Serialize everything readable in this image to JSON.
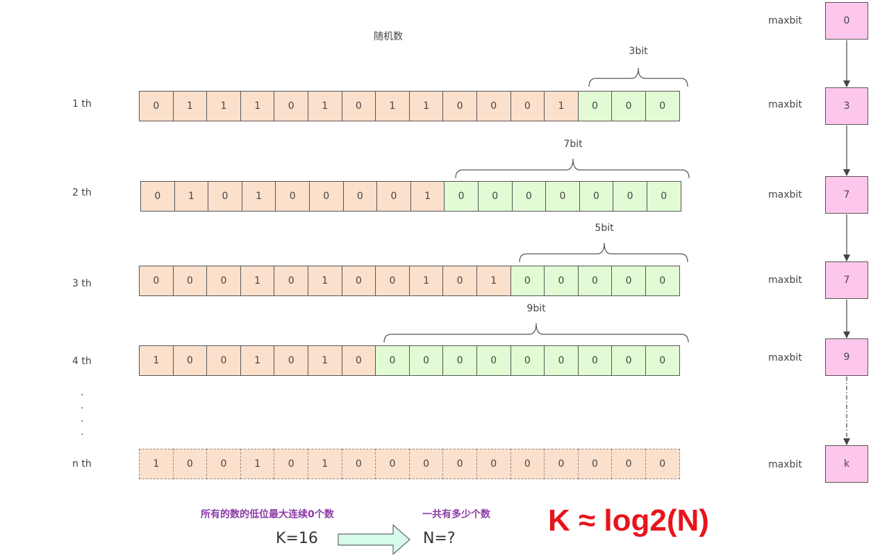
{
  "title": "随机数",
  "rows": [
    {
      "label": "1 th",
      "bits": [
        0,
        1,
        1,
        1,
        0,
        1,
        0,
        1,
        1,
        0,
        0,
        0,
        1,
        0,
        0,
        0
      ],
      "trailing": 3,
      "bit_label": "3bit",
      "dashed": false
    },
    {
      "label": "2 th",
      "bits": [
        0,
        1,
        0,
        1,
        0,
        0,
        0,
        0,
        1,
        0,
        0,
        0,
        0,
        0,
        0,
        0
      ],
      "trailing": 7,
      "bit_label": "7bit",
      "dashed": false
    },
    {
      "label": "3 th",
      "bits": [
        0,
        0,
        0,
        1,
        0,
        1,
        0,
        0,
        1,
        0,
        1,
        0,
        0,
        0,
        0,
        0
      ],
      "trailing": 5,
      "bit_label": "5bit",
      "dashed": false
    },
    {
      "label": "4 th",
      "bits": [
        1,
        0,
        0,
        1,
        0,
        1,
        0,
        0,
        0,
        0,
        0,
        0,
        0,
        0,
        0,
        0
      ],
      "trailing": 9,
      "bit_label": "9bit",
      "dashed": false
    },
    {
      "label": "n th",
      "bits": [
        1,
        0,
        0,
        1,
        0,
        1,
        0,
        0,
        0,
        0,
        0,
        0,
        0,
        0,
        0,
        0
      ],
      "trailing": 0,
      "bit_label": "",
      "dashed": true
    }
  ],
  "ellipsis": ".",
  "maxbit_label": "maxbit",
  "maxbit_values": [
    "0",
    "3",
    "7",
    "7",
    "9",
    "k"
  ],
  "bottom": {
    "left_caption": "所有的数的低位最大连续0个数",
    "left_expr": "K=16",
    "right_caption": "一共有多少个数",
    "right_expr": "N=?",
    "formula": "K ≈ log2(N)"
  },
  "colors": {
    "leading_bits": "#fbe0cc",
    "trailing_zeros": "#e2fbd4",
    "maxbit_box": "#fdc7ec",
    "captions": "#8b3aa6",
    "formula": "#e8141b",
    "arrow_fill": "#d6fbea"
  }
}
